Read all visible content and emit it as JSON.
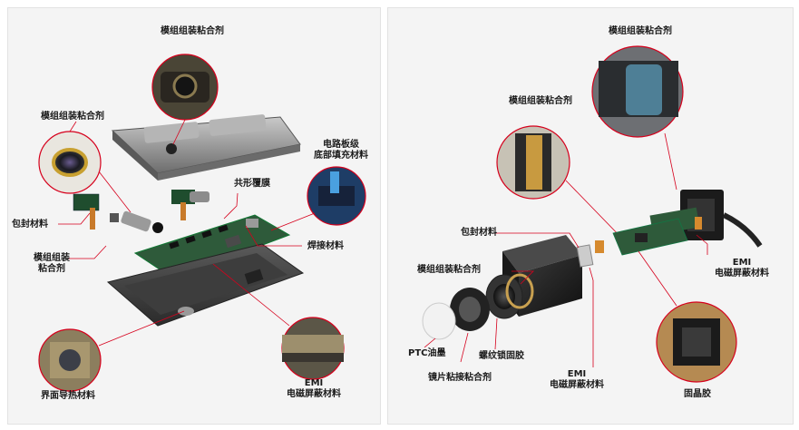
{
  "left": {
    "labels": {
      "top_adhesive": "模组组装粘合剂",
      "module_adhesive_a": "模组组装粘合剂",
      "circuit_line1": "电路板级",
      "circuit_line2": "底部填充材料",
      "conformal": "共形覆膜",
      "encapsulant": "包封材料",
      "module_adhesive_b_line1": "模组组装",
      "module_adhesive_b_line2": "粘合剂",
      "solder": "焊接材料",
      "thermal": "界面导热材料",
      "emi_line1": "EMI",
      "emi_line2": "电磁屏蔽材料"
    }
  },
  "right": {
    "labels": {
      "top_adhesive": "模组组装粘合剂",
      "module_adhesive_a": "模组组装粘合剂",
      "encapsulant": "包封材料",
      "module_adhesive_b": "模组组装粘合剂",
      "emi_right_line1": "EMI",
      "emi_right_line2": "电磁屏蔽材料",
      "ptc": "PTC油墨",
      "thread_lock": "螺纹锁固胶",
      "lens_adhesive": "镜片粘接粘合剂",
      "emi_bottom_line1": "EMI",
      "emi_bottom_line2": "电磁屏蔽材料",
      "die_attach": "固晶胶"
    }
  },
  "colors": {
    "panel_bg": "#f4f4f4",
    "callout_red": "#d6001c",
    "pcb_green": "#2e5a3a",
    "metal_gray": "#8c8c8c"
  }
}
